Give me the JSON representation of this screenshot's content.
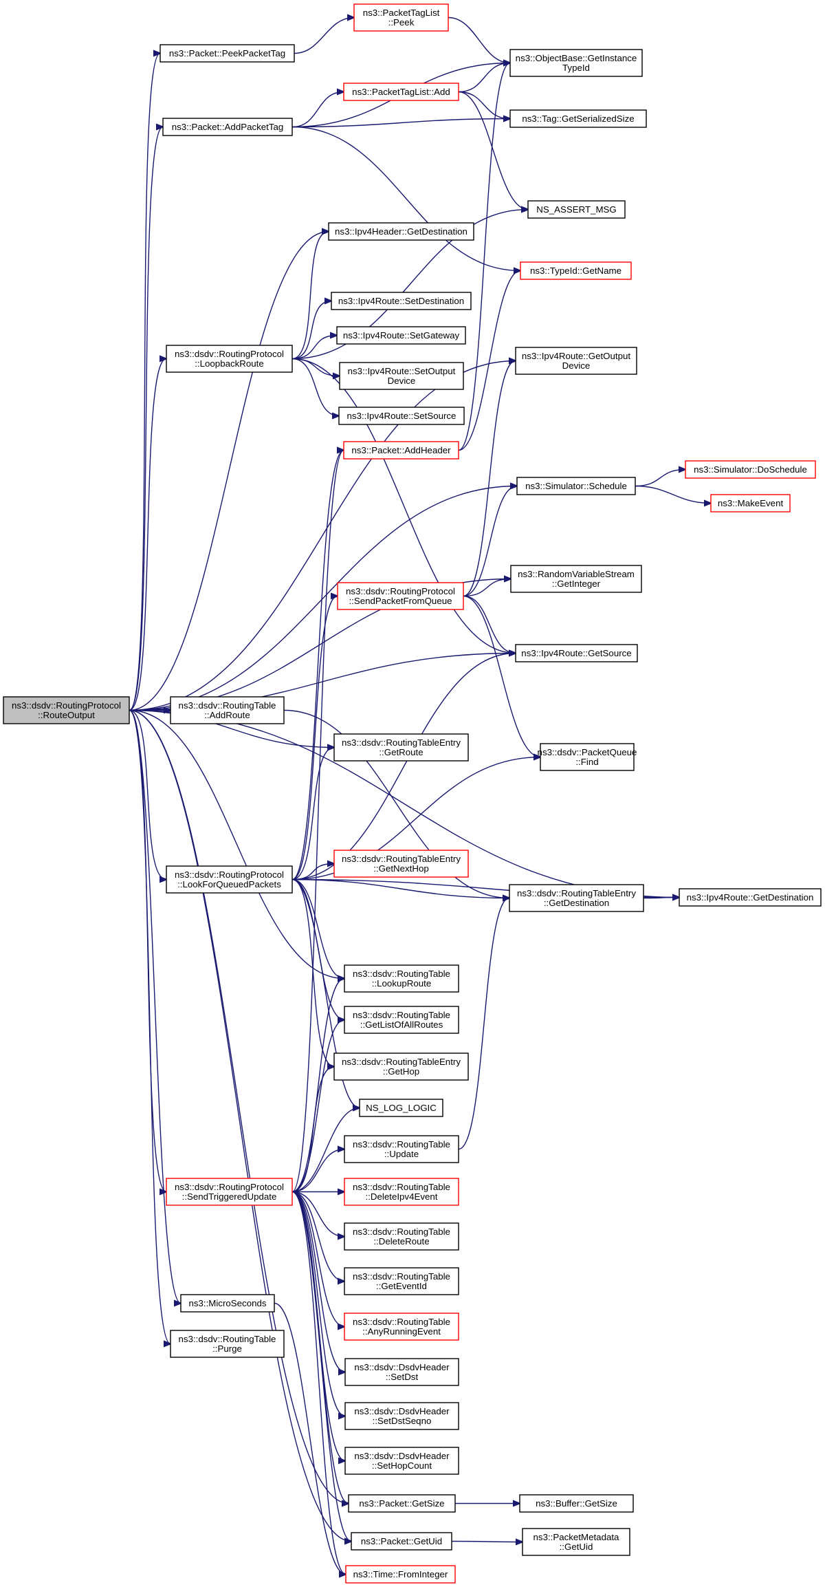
{
  "colors": {
    "edge": "#191970",
    "box_border": "#000000",
    "red_border": "#ff0000",
    "root_fill": "#bfbfbf"
  },
  "nodes": [
    {
      "id": "root",
      "lines": [
        "ns3::dsdv::RoutingProtocol",
        "::RouteOutput"
      ],
      "style": "root"
    },
    {
      "id": "peekPacketTag",
      "lines": [
        "ns3::Packet::PeekPacketTag"
      ],
      "style": "normal"
    },
    {
      "id": "addPacketTag",
      "lines": [
        "ns3::Packet::AddPacketTag"
      ],
      "style": "normal"
    },
    {
      "id": "tagListPeek",
      "lines": [
        "ns3::PacketTagList",
        "::Peek"
      ],
      "style": "red"
    },
    {
      "id": "tagListAdd",
      "lines": [
        "ns3::PacketTagList::Add"
      ],
      "style": "red"
    },
    {
      "id": "getInstanceTypeId",
      "lines": [
        "ns3::ObjectBase::GetInstance",
        "TypeId"
      ],
      "style": "normal"
    },
    {
      "id": "tagGetSerializedSize",
      "lines": [
        "ns3::Tag::GetSerializedSize"
      ],
      "style": "normal"
    },
    {
      "id": "nsAssertMsg",
      "lines": [
        "NS_ASSERT_MSG"
      ],
      "style": "normal"
    },
    {
      "id": "typeIdGetName",
      "lines": [
        "ns3::TypeId::GetName"
      ],
      "style": "red"
    },
    {
      "id": "ipv4HeaderGetDestination",
      "lines": [
        "ns3::Ipv4Header::GetDestination"
      ],
      "style": "normal"
    },
    {
      "id": "setDestination",
      "lines": [
        "ns3::Ipv4Route::SetDestination"
      ],
      "style": "normal"
    },
    {
      "id": "setGateway",
      "lines": [
        "ns3::Ipv4Route::SetGateway"
      ],
      "style": "normal"
    },
    {
      "id": "setOutputDevice",
      "lines": [
        "ns3::Ipv4Route::SetOutput",
        "Device"
      ],
      "style": "normal"
    },
    {
      "id": "setSource",
      "lines": [
        "ns3::Ipv4Route::SetSource"
      ],
      "style": "normal"
    },
    {
      "id": "loopbackRoute",
      "lines": [
        "ns3::dsdv::RoutingProtocol",
        "::LoopbackRoute"
      ],
      "style": "normal"
    },
    {
      "id": "getOutputDevice",
      "lines": [
        "ns3::Ipv4Route::GetOutput",
        "Device"
      ],
      "style": "normal"
    },
    {
      "id": "addHeader",
      "lines": [
        "ns3::Packet::AddHeader"
      ],
      "style": "red"
    },
    {
      "id": "schedule",
      "lines": [
        "ns3::Simulator::Schedule"
      ],
      "style": "normal"
    },
    {
      "id": "doSchedule",
      "lines": [
        "ns3::Simulator::DoSchedule"
      ],
      "style": "red"
    },
    {
      "id": "makeEvent",
      "lines": [
        "ns3::MakeEvent"
      ],
      "style": "red"
    },
    {
      "id": "sendPacketFromQueue",
      "lines": [
        "ns3::dsdv::RoutingProtocol",
        "::SendPacketFromQueue"
      ],
      "style": "red"
    },
    {
      "id": "rvsGetInteger",
      "lines": [
        "ns3::RandomVariableStream",
        "::GetInteger"
      ],
      "style": "normal"
    },
    {
      "id": "ipv4RouteGetSource",
      "lines": [
        "ns3::Ipv4Route::GetSource"
      ],
      "style": "normal"
    },
    {
      "id": "addRoute",
      "lines": [
        "ns3::dsdv::RoutingTable",
        "::AddRoute"
      ],
      "style": "normal"
    },
    {
      "id": "rteGetRoute",
      "lines": [
        "ns3::dsdv::RoutingTableEntry",
        "::GetRoute"
      ],
      "style": "normal"
    },
    {
      "id": "pqFind",
      "lines": [
        "ns3::dsdv::PacketQueue",
        "::Find"
      ],
      "style": "normal"
    },
    {
      "id": "lookForQueued",
      "lines": [
        "ns3::dsdv::RoutingProtocol",
        "::LookForQueuedPackets"
      ],
      "style": "normal"
    },
    {
      "id": "rteGetNextHop",
      "lines": [
        "ns3::dsdv::RoutingTableEntry",
        "::GetNextHop"
      ],
      "style": "red"
    },
    {
      "id": "rteGetDestination",
      "lines": [
        "ns3::dsdv::RoutingTableEntry",
        "::GetDestination"
      ],
      "style": "normal"
    },
    {
      "id": "ipv4RouteGetDestination",
      "lines": [
        "ns3::Ipv4Route::GetDestination"
      ],
      "style": "normal"
    },
    {
      "id": "lookupRoute",
      "lines": [
        "ns3::dsdv::RoutingTable",
        "::LookupRoute"
      ],
      "style": "normal"
    },
    {
      "id": "getListOfAllRoutes",
      "lines": [
        "ns3::dsdv::RoutingTable",
        "::GetListOfAllRoutes"
      ],
      "style": "normal"
    },
    {
      "id": "rteGetHop",
      "lines": [
        "ns3::dsdv::RoutingTableEntry",
        "::GetHop"
      ],
      "style": "normal"
    },
    {
      "id": "nsLogLogic",
      "lines": [
        "NS_LOG_LOGIC"
      ],
      "style": "normal"
    },
    {
      "id": "rtUpdate",
      "lines": [
        "ns3::dsdv::RoutingTable",
        "::Update"
      ],
      "style": "normal"
    },
    {
      "id": "sendTriggeredUpdate",
      "lines": [
        "ns3::dsdv::RoutingProtocol",
        "::SendTriggeredUpdate"
      ],
      "style": "red"
    },
    {
      "id": "deleteIpv4Event",
      "lines": [
        "ns3::dsdv::RoutingTable",
        "::DeleteIpv4Event"
      ],
      "style": "red"
    },
    {
      "id": "deleteRoute",
      "lines": [
        "ns3::dsdv::RoutingTable",
        "::DeleteRoute"
      ],
      "style": "normal"
    },
    {
      "id": "getEventId",
      "lines": [
        "ns3::dsdv::RoutingTable",
        "::GetEventId"
      ],
      "style": "normal"
    },
    {
      "id": "microSeconds",
      "lines": [
        "ns3::MicroSeconds"
      ],
      "style": "normal"
    },
    {
      "id": "anyRunningEvent",
      "lines": [
        "ns3::dsdv::RoutingTable",
        "::AnyRunningEvent"
      ],
      "style": "red"
    },
    {
      "id": "rtPurge",
      "lines": [
        "ns3::dsdv::RoutingTable",
        "::Purge"
      ],
      "style": "normal"
    },
    {
      "id": "setDst",
      "lines": [
        "ns3::dsdv::DsdvHeader",
        "::SetDst"
      ],
      "style": "normal"
    },
    {
      "id": "setDstSeqno",
      "lines": [
        "ns3::dsdv::DsdvHeader",
        "::SetDstSeqno"
      ],
      "style": "normal"
    },
    {
      "id": "setHopCount",
      "lines": [
        "ns3::dsdv::DsdvHeader",
        "::SetHopCount"
      ],
      "style": "normal"
    },
    {
      "id": "packetGetSize",
      "lines": [
        "ns3::Packet::GetSize"
      ],
      "style": "normal"
    },
    {
      "id": "bufferGetSize",
      "lines": [
        "ns3::Buffer::GetSize"
      ],
      "style": "normal"
    },
    {
      "id": "packetGetUid",
      "lines": [
        "ns3::Packet::GetUid"
      ],
      "style": "normal"
    },
    {
      "id": "metadataGetUid",
      "lines": [
        "ns3::PacketMetadata",
        "::GetUid"
      ],
      "style": "normal"
    },
    {
      "id": "timeFromInteger",
      "lines": [
        "ns3::Time::FromInteger"
      ],
      "style": "red"
    }
  ],
  "edges": [
    [
      "root",
      "peekPacketTag"
    ],
    [
      "root",
      "addPacketTag"
    ],
    [
      "root",
      "loopbackRoute"
    ],
    [
      "root",
      "ipv4HeaderGetDestination"
    ],
    [
      "root",
      "getOutputDevice"
    ],
    [
      "root",
      "schedule"
    ],
    [
      "root",
      "rvsGetInteger"
    ],
    [
      "root",
      "ipv4RouteGetSource"
    ],
    [
      "root",
      "ipv4RouteGetDestination"
    ],
    [
      "root",
      "addRoute"
    ],
    [
      "root",
      "rteGetRoute"
    ],
    [
      "root",
      "lookForQueued"
    ],
    [
      "root",
      "lookupRoute"
    ],
    [
      "root",
      "sendTriggeredUpdate"
    ],
    [
      "root",
      "microSeconds"
    ],
    [
      "root",
      "rtPurge"
    ],
    [
      "root",
      "packetGetSize"
    ],
    [
      "root",
      "packetGetUid"
    ],
    [
      "peekPacketTag",
      "tagListPeek"
    ],
    [
      "tagListPeek",
      "getInstanceTypeId"
    ],
    [
      "addPacketTag",
      "getInstanceTypeId"
    ],
    [
      "addPacketTag",
      "tagListAdd"
    ],
    [
      "addPacketTag",
      "tagGetSerializedSize"
    ],
    [
      "addPacketTag",
      "typeIdGetName"
    ],
    [
      "tagListAdd",
      "getInstanceTypeId"
    ],
    [
      "tagListAdd",
      "tagGetSerializedSize"
    ],
    [
      "tagListAdd",
      "nsAssertMsg"
    ],
    [
      "loopbackRoute",
      "ipv4HeaderGetDestination"
    ],
    [
      "loopbackRoute",
      "nsAssertMsg"
    ],
    [
      "loopbackRoute",
      "setDestination"
    ],
    [
      "loopbackRoute",
      "setGateway"
    ],
    [
      "loopbackRoute",
      "setOutputDevice"
    ],
    [
      "loopbackRoute",
      "setSource"
    ],
    [
      "loopbackRoute",
      "ipv4RouteGetSource"
    ],
    [
      "addHeader",
      "getInstanceTypeId"
    ],
    [
      "addHeader",
      "typeIdGetName"
    ],
    [
      "schedule",
      "doSchedule"
    ],
    [
      "schedule",
      "makeEvent"
    ],
    [
      "sendPacketFromQueue",
      "getOutputDevice"
    ],
    [
      "sendPacketFromQueue",
      "schedule"
    ],
    [
      "sendPacketFromQueue",
      "rvsGetInteger"
    ],
    [
      "sendPacketFromQueue",
      "ipv4RouteGetSource"
    ],
    [
      "sendPacketFromQueue",
      "pqFind"
    ],
    [
      "addRoute",
      "rteGetDestination"
    ],
    [
      "lookForQueued",
      "addHeader"
    ],
    [
      "lookForQueued",
      "sendPacketFromQueue"
    ],
    [
      "lookForQueued",
      "rteGetRoute"
    ],
    [
      "lookForQueued",
      "ipv4RouteGetSource"
    ],
    [
      "lookForQueued",
      "pqFind"
    ],
    [
      "lookForQueued",
      "rteGetNextHop"
    ],
    [
      "lookForQueued",
      "rteGetDestination"
    ],
    [
      "lookForQueued",
      "ipv4RouteGetDestination"
    ],
    [
      "lookForQueued",
      "lookupRoute"
    ],
    [
      "lookForQueued",
      "getListOfAllRoutes"
    ],
    [
      "lookForQueued",
      "rteGetHop"
    ],
    [
      "lookForQueued",
      "nsLogLogic"
    ],
    [
      "rteGetDestination",
      "ipv4RouteGetDestination"
    ],
    [
      "rtUpdate",
      "rteGetDestination"
    ],
    [
      "sendTriggeredUpdate",
      "addHeader"
    ],
    [
      "sendTriggeredUpdate",
      "lookupRoute"
    ],
    [
      "sendTriggeredUpdate",
      "getListOfAllRoutes"
    ],
    [
      "sendTriggeredUpdate",
      "rteGetHop"
    ],
    [
      "sendTriggeredUpdate",
      "nsLogLogic"
    ],
    [
      "sendTriggeredUpdate",
      "rtUpdate"
    ],
    [
      "sendTriggeredUpdate",
      "deleteIpv4Event"
    ],
    [
      "sendTriggeredUpdate",
      "deleteRoute"
    ],
    [
      "sendTriggeredUpdate",
      "getEventId"
    ],
    [
      "sendTriggeredUpdate",
      "anyRunningEvent"
    ],
    [
      "sendTriggeredUpdate",
      "setDst"
    ],
    [
      "sendTriggeredUpdate",
      "setDstSeqno"
    ],
    [
      "sendTriggeredUpdate",
      "setHopCount"
    ],
    [
      "sendTriggeredUpdate",
      "packetGetSize"
    ],
    [
      "sendTriggeredUpdate",
      "packetGetUid"
    ],
    [
      "sendTriggeredUpdate",
      "timeFromInteger"
    ],
    [
      "microSeconds",
      "timeFromInteger"
    ],
    [
      "packetGetSize",
      "bufferGetSize"
    ],
    [
      "packetGetUid",
      "metadataGetUid"
    ]
  ]
}
